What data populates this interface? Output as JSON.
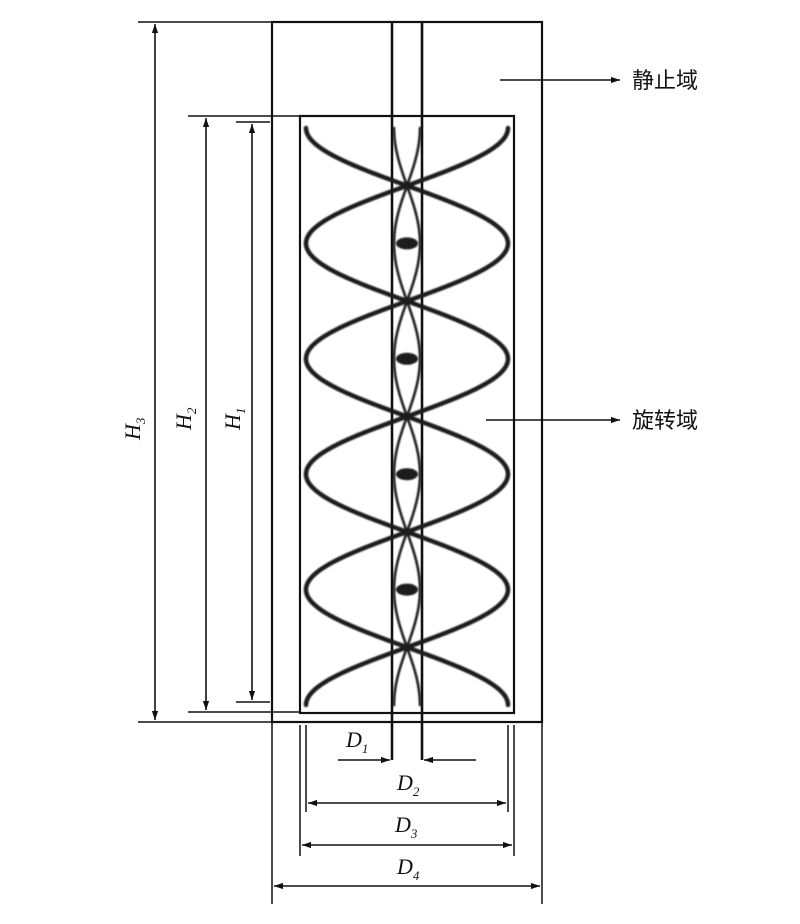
{
  "labels": {
    "stationary_domain": "静止域",
    "rotating_domain": "旋转域"
  },
  "dimensions": {
    "H1": {
      "letter": "H",
      "sub": "1"
    },
    "H2": {
      "letter": "H",
      "sub": "2"
    },
    "H3": {
      "letter": "H",
      "sub": "3"
    },
    "D1": {
      "letter": "D",
      "sub": "1"
    },
    "D2": {
      "letter": "D",
      "sub": "2"
    },
    "D3": {
      "letter": "D",
      "sub": "3"
    },
    "D4": {
      "letter": "D",
      "sub": "4"
    }
  },
  "colors": {
    "line": "#111111",
    "ribbon": "#1a1a1a",
    "background": "#ffffff"
  }
}
